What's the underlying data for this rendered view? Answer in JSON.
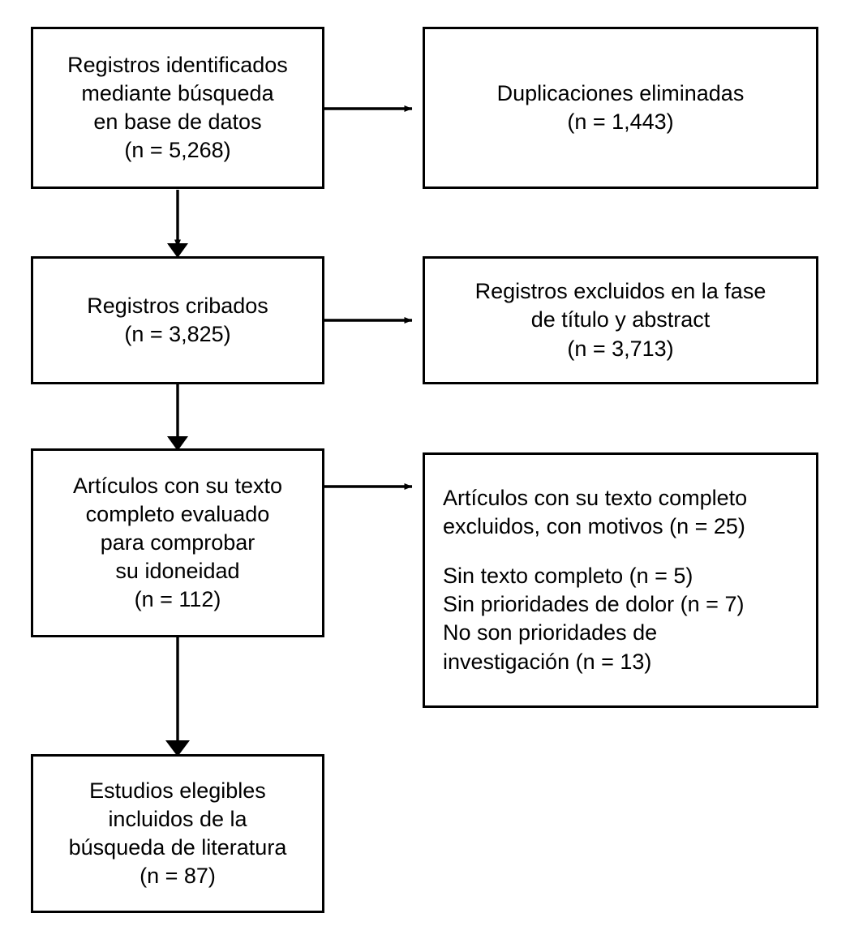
{
  "diagram": {
    "type": "prisma-flow-diagram",
    "language": "es",
    "stroke_color": "#000000",
    "background_color": "#ffffff",
    "nodes": [
      {
        "id": "identified",
        "name": "records-identified-box",
        "align": "center",
        "lines": [
          "Registros identificados",
          "mediante búsqueda",
          "en base de datos",
          "(n = 5,268)"
        ]
      },
      {
        "id": "duplicates",
        "name": "duplicates-removed-box",
        "align": "center",
        "lines": [
          "Duplicaciones eliminadas",
          "(n = 1,443)"
        ]
      },
      {
        "id": "screened",
        "name": "records-screened-box",
        "align": "center",
        "lines": [
          "Registros cribados",
          "(n = 3,825)"
        ]
      },
      {
        "id": "excluded-title-abstract",
        "name": "records-excluded-title-abstract-box",
        "align": "center",
        "lines": [
          "Registros excluidos en la fase",
          "de título y abstract",
          "(n = 3,713)"
        ]
      },
      {
        "id": "fulltext-assessed",
        "name": "fulltext-assessed-box",
        "align": "center",
        "lines": [
          "Artículos con su texto",
          "completo evaluado",
          "para comprobar",
          "su idoneidad",
          "(n = 112)"
        ]
      },
      {
        "id": "fulltext-excluded",
        "name": "fulltext-excluded-reasons-box",
        "align": "left",
        "lines": [
          "Artículos con su texto completo",
          "excluidos, con motivos (n = 25)",
          "",
          "Sin texto completo (n = 5)",
          "Sin prioridades de dolor (n = 7)",
          "No son prioridades de",
          "investigación (n = 13)"
        ]
      },
      {
        "id": "included",
        "name": "studies-included-box",
        "align": "center",
        "lines": [
          "Estudios elegibles",
          "incluidos de la",
          "búsqueda de literatura",
          "(n = 87)"
        ]
      }
    ],
    "connectors": [
      {
        "id": "c1",
        "name": "arrow-identified-to-duplicates",
        "direction": "right"
      },
      {
        "id": "c2",
        "name": "arrow-identified-to-screened",
        "direction": "down"
      },
      {
        "id": "c3",
        "name": "arrow-screened-to-excluded",
        "direction": "right"
      },
      {
        "id": "c4",
        "name": "arrow-screened-to-fulltext",
        "direction": "down"
      },
      {
        "id": "c5",
        "name": "arrow-fulltext-to-excluded-reasons",
        "direction": "right"
      },
      {
        "id": "c6",
        "name": "arrow-fulltext-to-included",
        "direction": "down"
      }
    ]
  }
}
